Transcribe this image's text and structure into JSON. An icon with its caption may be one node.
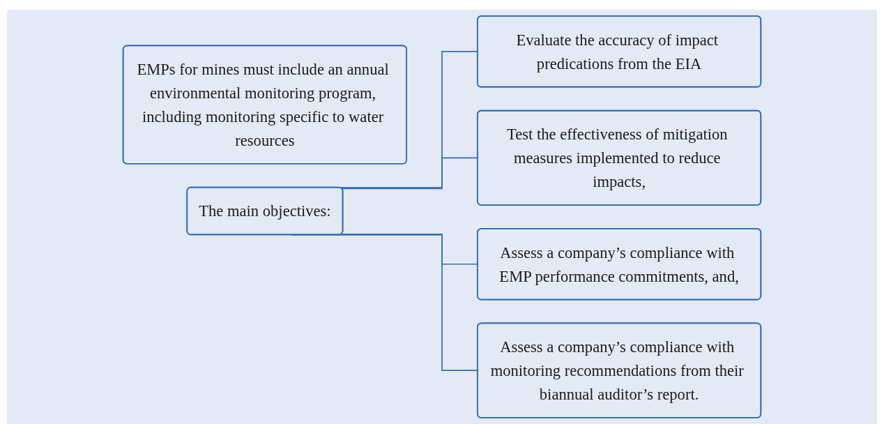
{
  "diagram": {
    "nodes": [
      {
        "text": [
          "EMPs for mines must include an annual environmental monitoring program, including monitoring specific to water resources"
        ]
      },
      {
        "text": [
          "The main objectives:"
        ]
      },
      {
        "text": [
          "Evaluate the accuracy of impact predications from the EIA"
        ]
      },
      {
        "text": [
          "Test the effectiveness of mitigation measures implemented to reduce impacts,"
        ]
      },
      {
        "text": [
          "Assess a company’s compliance with EMP performance commitments, and,"
        ]
      },
      {
        "text": [
          "Assess a company’s compliance with monitoring recommendations from their biannual auditor’s report."
        ]
      }
    ],
    "edges": [
      {
        "from": 1,
        "to": 2,
        "arrow": "none"
      },
      {
        "from": 1,
        "to": 3,
        "arrow": "none"
      },
      {
        "from": 1,
        "to": 4,
        "arrow": "none"
      },
      {
        "from": 1,
        "to": 5,
        "arrow": "none"
      }
    ]
  }
}
